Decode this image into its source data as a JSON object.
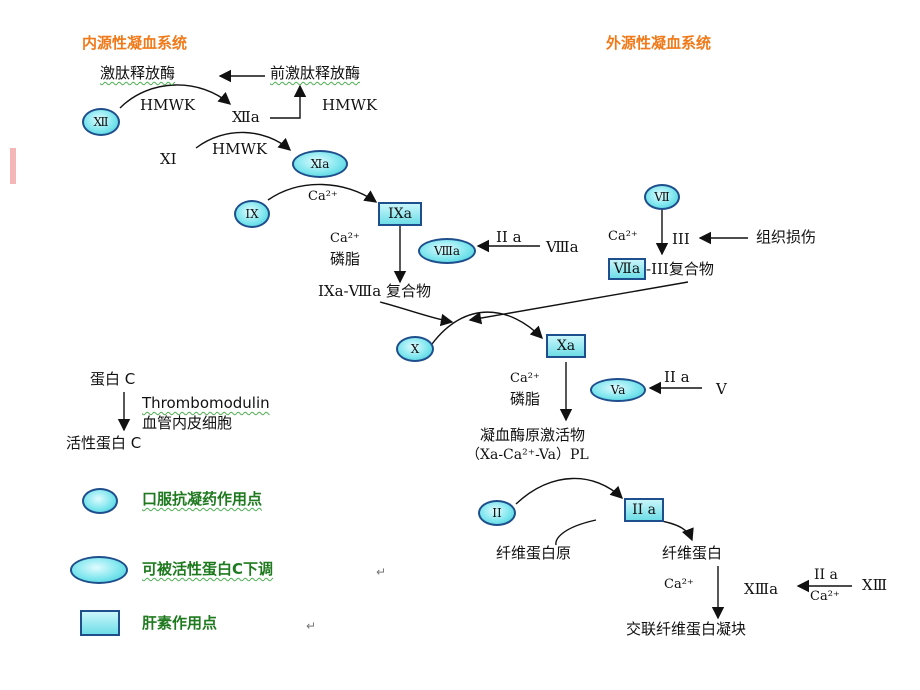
{
  "titles": {
    "intrinsic": "内源性凝血系统",
    "extrinsic": "外源性凝血系统"
  },
  "labels": {
    "bradykinin_release": "激肽释放酶",
    "prekallikrein": "前激肽释放酶",
    "hmwk_1": "HMWK",
    "hmwk_2": "HMWK",
    "hmwk_3": "HMWK",
    "f12a": "Ⅻa",
    "f11": "XI",
    "ca_1": "Ca²⁺",
    "ca_2": "Ca²⁺",
    "phospholipid_1": "磷脂",
    "f2a_1": "II a",
    "f8a": "Ⅷa",
    "tenase": "IXa-Ⅷa 复合物",
    "ca_3": "Ca²⁺",
    "f3": "III",
    "tissue_injury": "组织损伤",
    "f7a_complex_suffix": "-III复合物",
    "ca_4": "Ca²⁺",
    "phospholipid_2": "磷脂",
    "f2a_2": "II a",
    "f5": "V",
    "prothrombinase": "凝血酶原激活物",
    "prothrombinase_formula": "（Xa-Ca²⁺-Va）PL",
    "fibrinogen": "纤维蛋白原",
    "fibrin": "纤维蛋白",
    "ca_5": "Ca²⁺",
    "f13a": "ⅩⅢa",
    "f2a_3": "II a",
    "ca_6": "Ca²⁺",
    "f13": "ⅩⅢ",
    "crosslinked": "交联纤维蛋白凝块",
    "protein_c": "蛋白 C",
    "thrombomodulin": "Thrombomodulin",
    "endothelium": "血管内皮细胞",
    "active_protein_c": "活性蛋白 C"
  },
  "nodes": {
    "f12": "Ⅻ",
    "f11a": "Ⅺa",
    "f9": "IX",
    "f9a": "IXa",
    "f8a_node": "Ⅷa",
    "f7": "Ⅶ",
    "f7a": "Ⅶa",
    "f10": "X",
    "f10a": "Xa",
    "f5a": "Va",
    "f2": "II",
    "f2a": "II a"
  },
  "legend": {
    "oral_anticoagulant": "口服抗凝药作用点",
    "protein_c_downregulate": "可被活性蛋白C下调",
    "heparin": "肝素作用点",
    "return_mark_1": "↵",
    "return_mark_2": "↵"
  },
  "colors": {
    "title": "#f07a1a",
    "legend_text": "#1f7a1f",
    "node_fill": "#7fe6ee",
    "node_border": "#1f4e8c"
  }
}
